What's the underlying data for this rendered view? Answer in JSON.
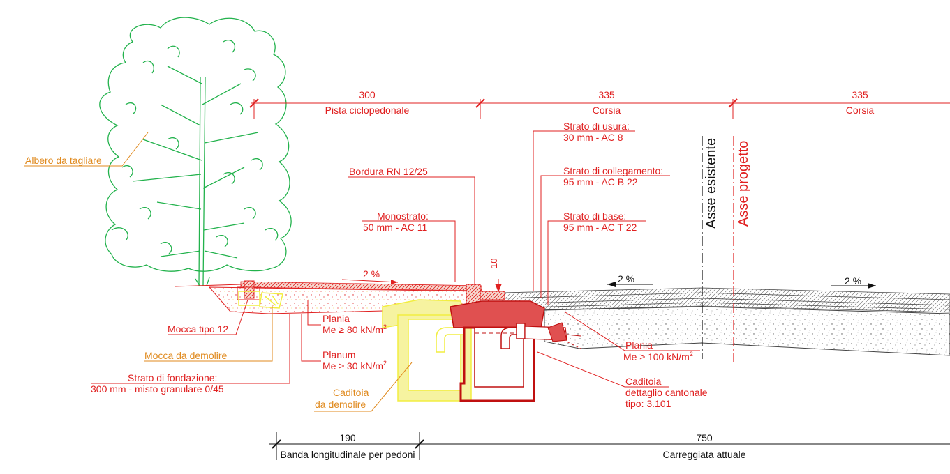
{
  "colors": {
    "annotation_red": "#e02020",
    "demolish_orange": "#e08a1e",
    "demolish_yellow": "#f2ee40",
    "tree_green": "#22b24c",
    "outline": "#111111"
  },
  "top_dims": {
    "d1": {
      "value": "300",
      "label": "Pista ciclopedonale"
    },
    "d2": {
      "value": "335",
      "label": "Corsia"
    },
    "d3": {
      "value": "335",
      "label": "Corsia"
    }
  },
  "bottom_dims": {
    "d1": {
      "value": "190",
      "label": "Banda longitudinale per pedoni"
    },
    "d2": {
      "value": "750",
      "label": "Carreggiata attuale"
    }
  },
  "axes": {
    "existing": "Asse esistente",
    "project": "Asse progetto"
  },
  "slopes": {
    "path": "2 %",
    "lane1": "2 %",
    "lane2": "2 %"
  },
  "dim_vertical": "10",
  "labels": {
    "albero": "Albero da tagliare",
    "bordura": "Bordura RN 12/25",
    "monostrato_1": "Monostrato:",
    "monostrato_2": "50 mm - AC 11",
    "usura_1": "Strato di usura:",
    "usura_2": "30 mm - AC 8",
    "collegamento_1": "Strato di collegamento:",
    "collegamento_2": "95 mm - AC B 22",
    "base_1": "Strato di base:",
    "base_2": "95 mm - AC T 22",
    "mocca12": "Mocca tipo 12",
    "plania1_1": "Plania",
    "plania1_2": "Me ≥ 80 kN/m",
    "mocca_dem": "Mocca da demolire",
    "planum_1": "Planum",
    "planum_2": "Me ≥ 30 kN/m",
    "fondazione_1": "Strato di fondazione:",
    "fondazione_2": "300 mm - misto granulare 0/45",
    "caditoia_dem_1": "Caditoia",
    "caditoia_dem_2": "da demolire",
    "plania2_1": "Plania",
    "plania2_2": "Me ≥ 100 kN/m",
    "caditoia_1": "Caditoia",
    "caditoia_2": "dettaglio cantonale",
    "caditoia_3": "tipo: 3.101",
    "exp2": "2"
  }
}
